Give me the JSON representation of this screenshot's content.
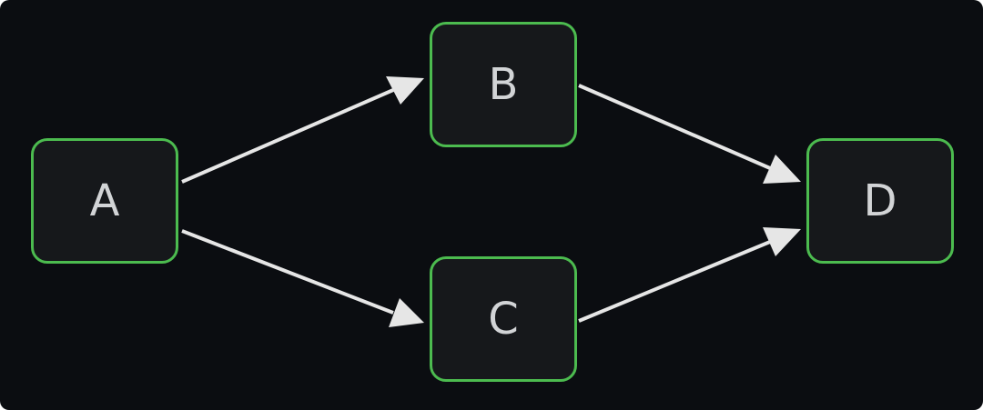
{
  "diagram": {
    "background_color": "#0b0d11",
    "node_fill": "#16181b",
    "node_border_color": "#4cbb4f",
    "edge_color": "#e6e6e6",
    "nodes": [
      {
        "id": "a",
        "label": "A"
      },
      {
        "id": "b",
        "label": "B"
      },
      {
        "id": "c",
        "label": "C"
      },
      {
        "id": "d",
        "label": "D"
      }
    ],
    "edges": [
      {
        "from": "A",
        "to": "B"
      },
      {
        "from": "A",
        "to": "C"
      },
      {
        "from": "B",
        "to": "D"
      },
      {
        "from": "C",
        "to": "D"
      }
    ]
  }
}
